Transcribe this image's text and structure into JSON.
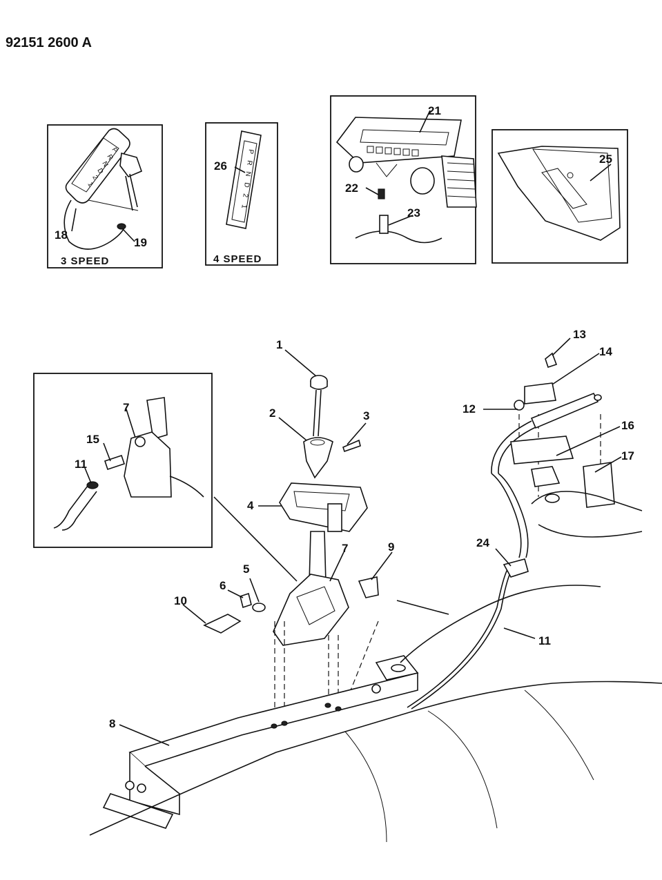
{
  "document": {
    "id": "92151 2600 A"
  },
  "insets": {
    "three_speed": {
      "caption": "3 SPEED",
      "gears": [
        "P",
        "R",
        "N",
        "D",
        "2",
        "1"
      ]
    },
    "four_speed": {
      "caption": "4 SPEED",
      "gears": [
        "P",
        "R",
        "N",
        "D",
        "2",
        "1"
      ]
    }
  },
  "callouts": [
    "1",
    "2",
    "3",
    "4",
    "5",
    "6",
    "7",
    "7",
    "8",
    "9",
    "10",
    "11",
    "11",
    "12",
    "13",
    "14",
    "15",
    "16",
    "17",
    "18",
    "19",
    "21",
    "22",
    "23",
    "24",
    "25",
    "26"
  ]
}
